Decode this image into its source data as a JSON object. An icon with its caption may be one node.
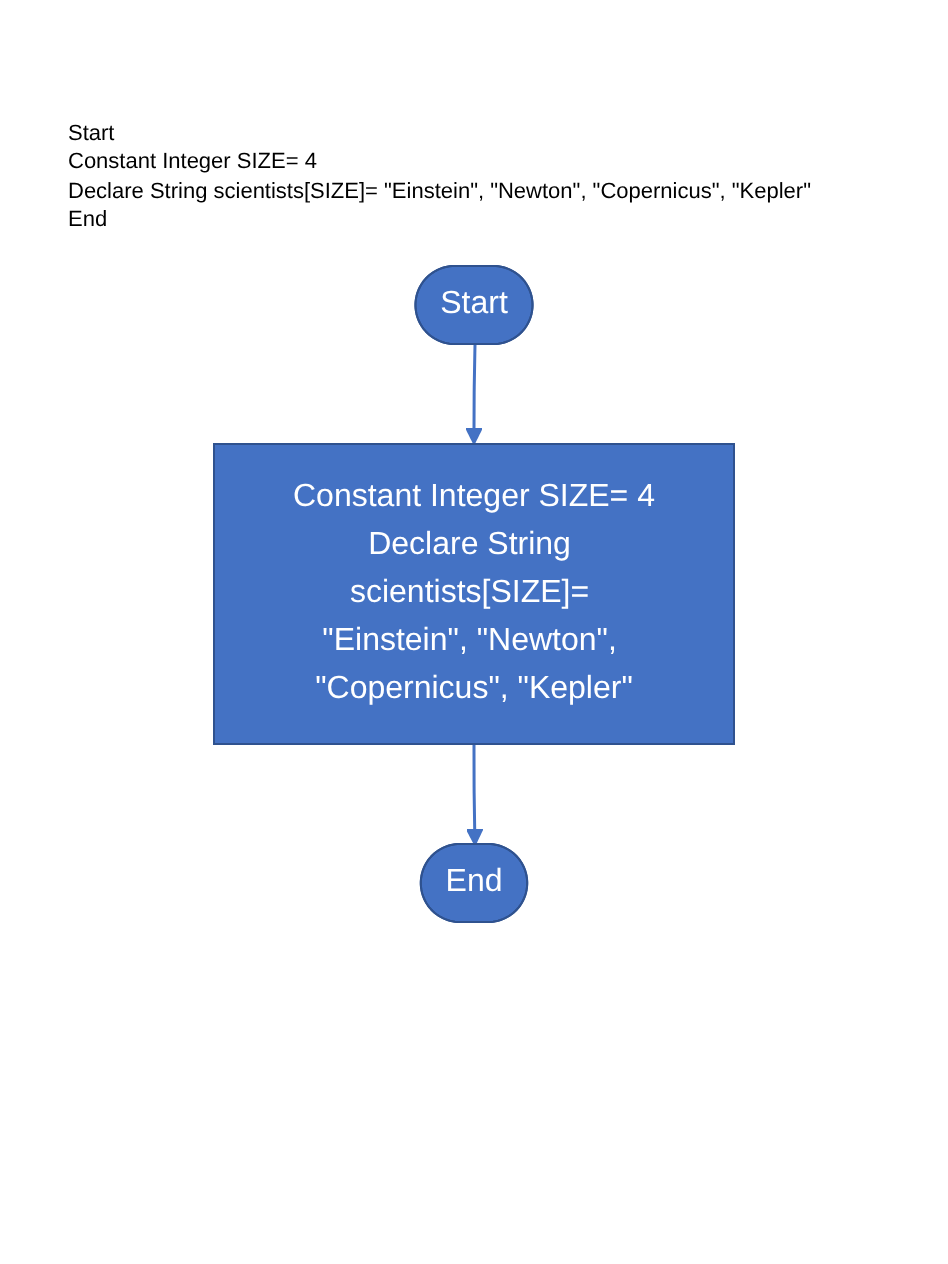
{
  "diagram": {
    "nodes": [
      {
        "text": [
          "Start"
        ]
      },
      {
        "text": [
          "Constant Integer SIZE= 4",
          "Declare String scientists[SIZE]= \"Einstein\", \"Newton\", \"Copernicus\", \"Kepler\""
        ]
      },
      {
        "text": [
          "End"
        ]
      }
    ],
    "edges": [
      {
        "from": 0,
        "to": 1,
        "arrow": "to"
      },
      {
        "from": 1,
        "to": 2,
        "arrow": "to"
      }
    ],
    "labels": [
      "Start",
      "Constant Integer SIZE= 4",
      "Declare String scientists[SIZE]= \"Einstein\", \"Newton\", \"Copernicus\", \"Kepler\"",
      "End"
    ]
  }
}
